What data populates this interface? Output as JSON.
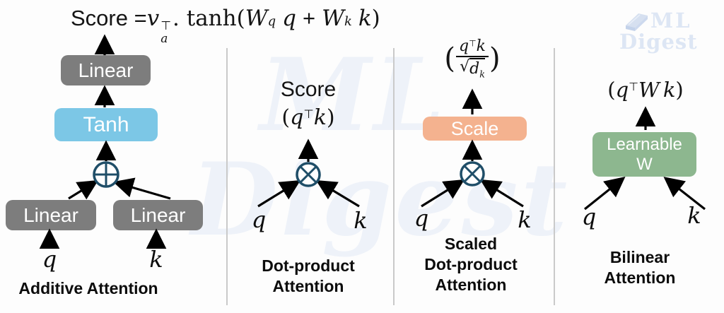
{
  "title_formula": {
    "lhs": "Score =",
    "v": "v",
    "v_sup": "⊤",
    "v_sub": "a",
    "mid": ". tanh(",
    "w1": "W",
    "w1_sub": "q",
    "arg1": "q",
    "plus": "+",
    "w2": "W",
    "w2_sub": "k",
    "arg2": "k",
    "close": ")"
  },
  "watermark": {
    "logo_line1": "ML",
    "logo_line2": "Digest",
    "bg_line1": "ML",
    "bg_line2": "Digest",
    "color": "#dde6f4"
  },
  "columns": [
    {
      "label_lines": [
        "Additive Attention"
      ],
      "boxes": {
        "top": "Linear",
        "mid": "Tanh",
        "left": "Linear",
        "right": "Linear"
      },
      "operator": "plus-circle",
      "q": "q",
      "k": "k"
    },
    {
      "label_lines": [
        "Dot-product",
        "Attention"
      ],
      "score": "Score",
      "formula": {
        "open": "(",
        "base": "q",
        "sup": "⊤",
        "k": "k",
        "close": ")"
      },
      "operator": "multiply-circle",
      "q": "q",
      "k": "k"
    },
    {
      "label_lines": [
        "Scaled",
        "Dot-product",
        "Attention"
      ],
      "box": "Scale",
      "formula": {
        "open": "(",
        "num_q": "q",
        "num_sup": "⊤",
        "num_k": "k",
        "root": "√",
        "den_d": "d",
        "den_sub": "k",
        "close": ")"
      },
      "operator": "multiply-circle",
      "q": "q",
      "k": "k"
    },
    {
      "label_lines": [
        "Bilinear",
        "Attention"
      ],
      "box_lines": [
        "Learnable",
        "W"
      ],
      "formula": {
        "open": "(",
        "base": "q",
        "sup": "⊤",
        "w": "W",
        "k": "k",
        "close": ")"
      },
      "q": "q",
      "k": "k"
    }
  ],
  "colors": {
    "gray_box": "#7d7d7d",
    "tanh_box": "#7cc7e6",
    "scale_box": "#f4b28f",
    "bilinear_box": "#8db78f",
    "operator_stroke": "#1f4e68",
    "divider": "#cacaca"
  }
}
